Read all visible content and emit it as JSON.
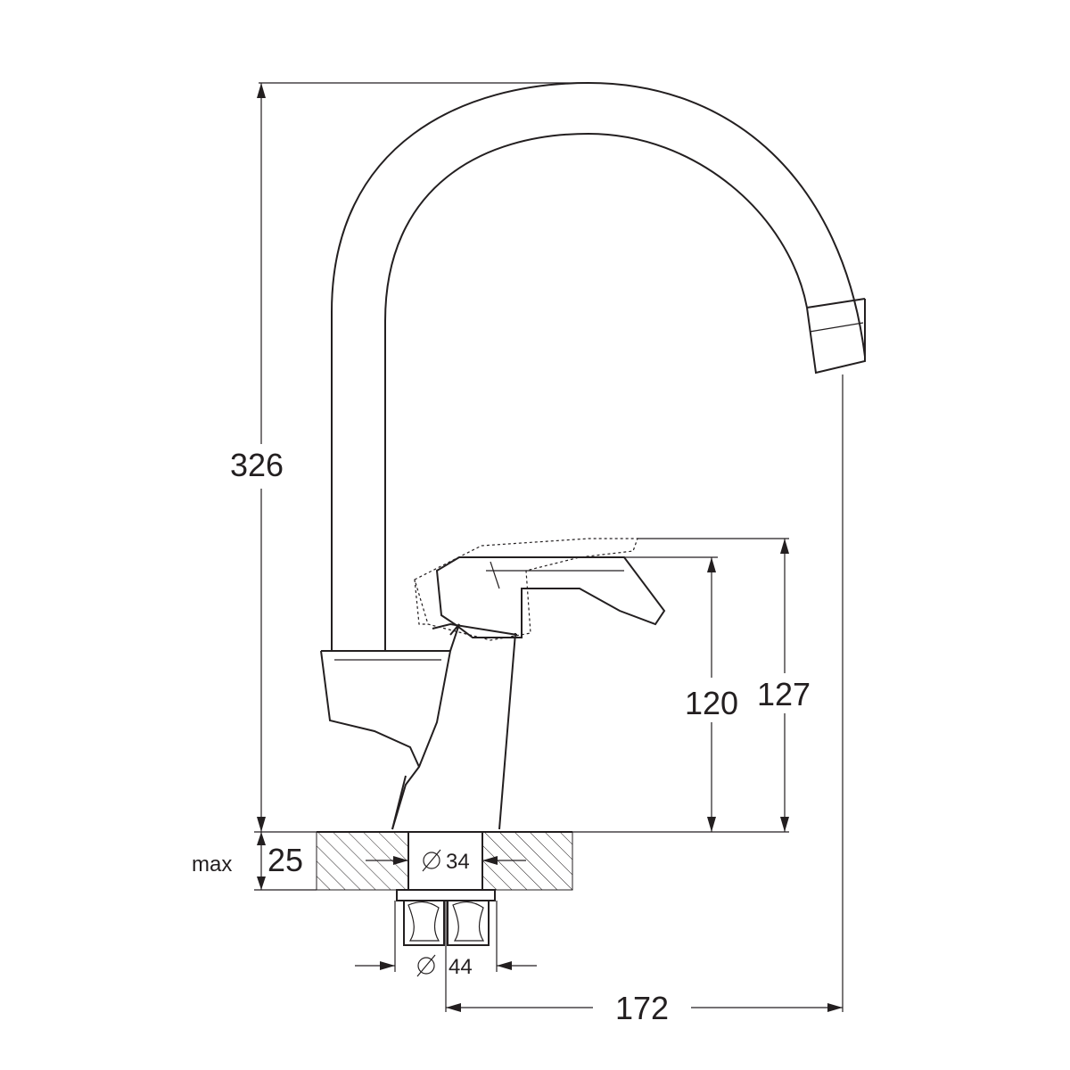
{
  "dimensions": {
    "height_total": "326",
    "handle_height_min": "120",
    "handle_height_max": "127",
    "countertop_prefix": "max",
    "countertop_thickness": "25",
    "hole_diameter": "34",
    "base_diameter": "44",
    "spout_reach": "172",
    "diameter_symbol": "∅"
  }
}
